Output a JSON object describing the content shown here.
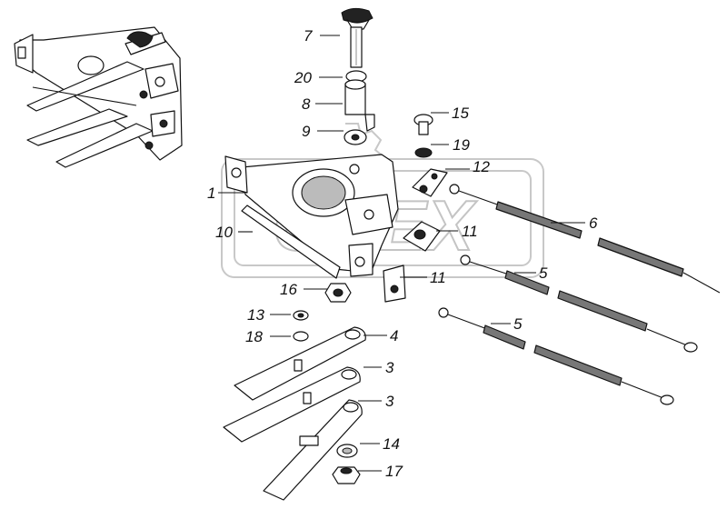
{
  "watermark": {
    "text": "OREX"
  },
  "callouts": [
    {
      "id": "c7a",
      "num": "7"
    },
    {
      "id": "c20",
      "num": "20"
    },
    {
      "id": "c8",
      "num": "8"
    },
    {
      "id": "c9",
      "num": "9"
    },
    {
      "id": "c15",
      "num": "15"
    },
    {
      "id": "c19",
      "num": "19"
    },
    {
      "id": "c12",
      "num": "12"
    },
    {
      "id": "c1",
      "num": "1"
    },
    {
      "id": "c10",
      "num": "10"
    },
    {
      "id": "c6",
      "num": "6"
    },
    {
      "id": "c11a",
      "num": "11"
    },
    {
      "id": "c5a",
      "num": "5"
    },
    {
      "id": "c11b",
      "num": "11"
    },
    {
      "id": "c16",
      "num": "16"
    },
    {
      "id": "c5b",
      "num": "5"
    },
    {
      "id": "c13",
      "num": "13"
    },
    {
      "id": "c4",
      "num": "4"
    },
    {
      "id": "c18",
      "num": "18"
    },
    {
      "id": "c3a",
      "num": "3"
    },
    {
      "id": "c3b",
      "num": "3"
    },
    {
      "id": "c14",
      "num": "14"
    },
    {
      "id": "c17",
      "num": "17"
    }
  ]
}
